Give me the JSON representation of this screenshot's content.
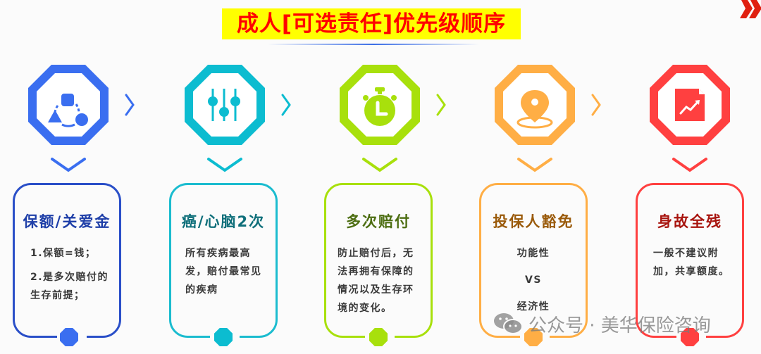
{
  "title": "成人[可选责任]优先级顺序",
  "colors": {
    "title_bg": "#ffff00",
    "title_text": "#ff0000",
    "corner_chevrons": "#e02010"
  },
  "steps": [
    {
      "icon": "shapes-cycle-icon",
      "color": "#3a6ef0",
      "title_color": "#1f3fa8",
      "title": "保额/关爱金",
      "lines": [
        "1.保额=钱；",
        "2.是多次赔付的生存前提；"
      ]
    },
    {
      "icon": "sliders-icon",
      "color": "#0cbcd0",
      "title_color": "#0f6f7a",
      "title": "癌/心脑2次",
      "lines": [
        "所有疾病最高发，赔付最常见的疾病"
      ]
    },
    {
      "icon": "stopwatch-icon",
      "color": "#a8e00c",
      "title_color": "#4d6e12",
      "title": "多次赔付",
      "lines": [
        "防止赔付后，无法再拥有保障的情况以及生存环境的变化。"
      ]
    },
    {
      "icon": "location-pin-icon",
      "color": "#ffae45",
      "title_color": "#9a5a0a",
      "title": "投保人豁免",
      "lines": [
        "功能性",
        "VS",
        "经济性"
      ]
    },
    {
      "icon": "document-chart-icon",
      "color": "#ff4040",
      "title_color": "#a8150f",
      "title": "身故全残",
      "lines": [
        "一般不建议附加，共享额度。"
      ]
    }
  ],
  "watermark": {
    "icon": "wechat-icon",
    "text": "公众号 · 美华保险咨询"
  }
}
